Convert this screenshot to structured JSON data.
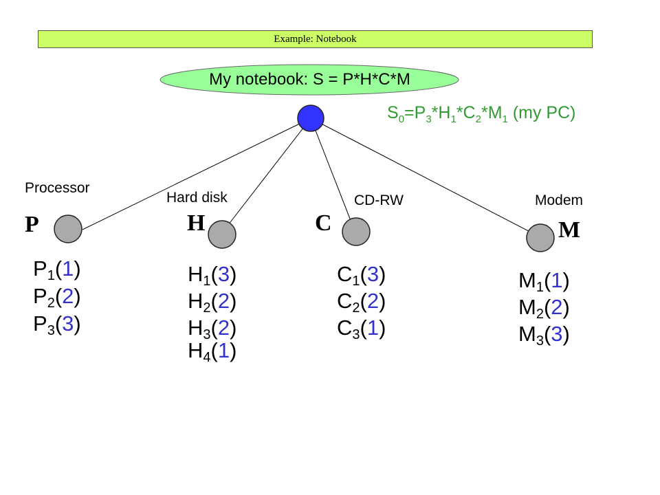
{
  "colors": {
    "banner_fill": "#ccff66",
    "ellipse_fill": "#99ff99",
    "root_node": "#3333ff",
    "leaf_node": "#aaaaaa",
    "formula_text": "#339933",
    "number_text": "#3333cc"
  },
  "banner": {
    "text": "Example: Notebook"
  },
  "system": {
    "label": "My notebook: S = P*H*C*M"
  },
  "formula": {
    "s": "S",
    "s_sub": "0",
    "eq": "=",
    "p": "P",
    "p_sub": "3",
    "op1": "*",
    "h": "H",
    "h_sub": "1",
    "op2": "*",
    "c": "C",
    "c_sub": "2",
    "op3": "*",
    "m": "M",
    "m_sub": "1",
    "tail": " (my PC)"
  },
  "components": [
    {
      "category": "Processor",
      "letter": "P",
      "options": [
        {
          "sym": "P",
          "sub": "1",
          "num": "1"
        },
        {
          "sym": "P",
          "sub": "2",
          "num": "2"
        },
        {
          "sym": "P",
          "sub": "3",
          "num": "3"
        }
      ]
    },
    {
      "category": "Hard disk",
      "letter": "H",
      "options": [
        {
          "sym": "H",
          "sub": "1",
          "num": "3"
        },
        {
          "sym": "H",
          "sub": "2",
          "num": "2"
        },
        {
          "sym": "H",
          "sub": "3",
          "num": "2"
        },
        {
          "sym": "H",
          "sub": "4",
          "num": "1"
        }
      ]
    },
    {
      "category": "CD-RW",
      "letter": "C",
      "options": [
        {
          "sym": "C",
          "sub": "1",
          "num": "3"
        },
        {
          "sym": "C",
          "sub": "2",
          "num": "2"
        },
        {
          "sym": "C",
          "sub": "3",
          "num": "1"
        }
      ]
    },
    {
      "category": "Modem",
      "letter": "M",
      "options": [
        {
          "sym": "M",
          "sub": "1",
          "num": "1"
        },
        {
          "sym": "M",
          "sub": "2",
          "num": "2"
        },
        {
          "sym": "M",
          "sub": "3",
          "num": "3"
        }
      ]
    }
  ]
}
